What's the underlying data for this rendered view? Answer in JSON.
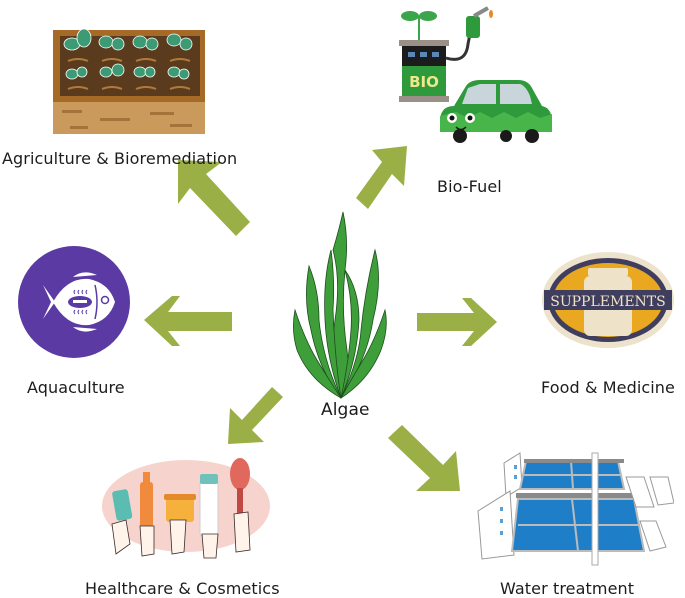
{
  "diagram": {
    "center": {
      "label": "Algae",
      "icon": "seaweed-icon"
    },
    "arrow_color": "#9aaf45",
    "applications": [
      {
        "label": "Agriculture & Bioremediation",
        "icon": "planter-seedlings-icon",
        "direction": "up-left"
      },
      {
        "label": "Bio-Fuel",
        "icon": "bio-fuel-pump-car-icon",
        "direction": "up-right",
        "pump_text": "BIO"
      },
      {
        "label": "Aquaculture",
        "icon": "fish-icon",
        "direction": "left"
      },
      {
        "label": "Food & Medicine",
        "icon": "supplements-label-icon",
        "direction": "right",
        "badge_text": "SUPPLEMENTS"
      },
      {
        "label": "Healthcare & Cosmetics",
        "icon": "cosmetics-hands-icon",
        "direction": "down-left"
      },
      {
        "label": "Water treatment",
        "icon": "water-treatment-plant-icon",
        "direction": "down-right"
      }
    ]
  }
}
